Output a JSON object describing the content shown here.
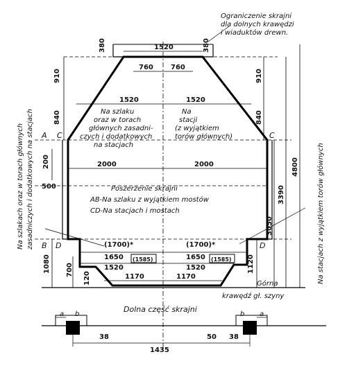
{
  "top_note": {
    "line1": "Ograniczenie skrajni",
    "line2": "dla dolnych krawędzi",
    "line3": "i wiaduktów drewn."
  },
  "left_vertical_note": {
    "line1": "Na szlakach oraz w torach głównych",
    "line2": "zasadniczych i dodatkowych na stacjach"
  },
  "right_vertical_note": "Na stacjach z wyjątkiem torów głównych",
  "left_region": {
    "line1": "Na szlaku",
    "line2": "oraz w torach",
    "line3": "głównych zasadni-",
    "line4": "czych i dodatkowych",
    "line5": "na stacjach"
  },
  "right_region": {
    "line1": "Na",
    "line2": "stacji",
    "line3": "(z wyjątkiem",
    "line4": "torów głównych)"
  },
  "center_note": {
    "line1": "Poszerzenie skrajni",
    "line2": "AB-Na szlaku z wyjątkiem mostów",
    "line3": "CD-Na stacjach i mostach"
  },
  "bottom_caption": "Dolna część skrajni",
  "rail_label": {
    "line1": "Górna",
    "line2": "krawędź gł. szyny"
  },
  "dims": {
    "top_width": "1520",
    "top_height_left": "380",
    "top_height_right": "380",
    "inner_left": "760",
    "inner_right": "760",
    "v910_left": "910",
    "v910_right": "910",
    "mid_left": "1520",
    "mid_right": "1520",
    "v840_left": "840",
    "v840_right": "840",
    "half_left": "2000",
    "half_right": "2000",
    "v200": "200",
    "v500": "500",
    "paren_left": "(1700)*",
    "paren_right": "(1700)*",
    "low1650_left": "1650",
    "low1650_right": "1650",
    "box_left": "(1585)",
    "box_right": "(1585)",
    "low1520_left": "1520",
    "low1520_right": "1520",
    "v700": "700",
    "v120": "120",
    "v1120": "1120",
    "v1080": "1080",
    "h1170_left": "1170",
    "h1170_right": "1170",
    "v3050": "3050",
    "v3390": "3390",
    "v4800": "4800",
    "gauge": "1435",
    "d38_left": "38",
    "d50": "50",
    "d38_right": "38"
  },
  "letters": {
    "A": "A",
    "B": "B",
    "C": "C",
    "D": "D",
    "a": "a",
    "b": "b"
  }
}
